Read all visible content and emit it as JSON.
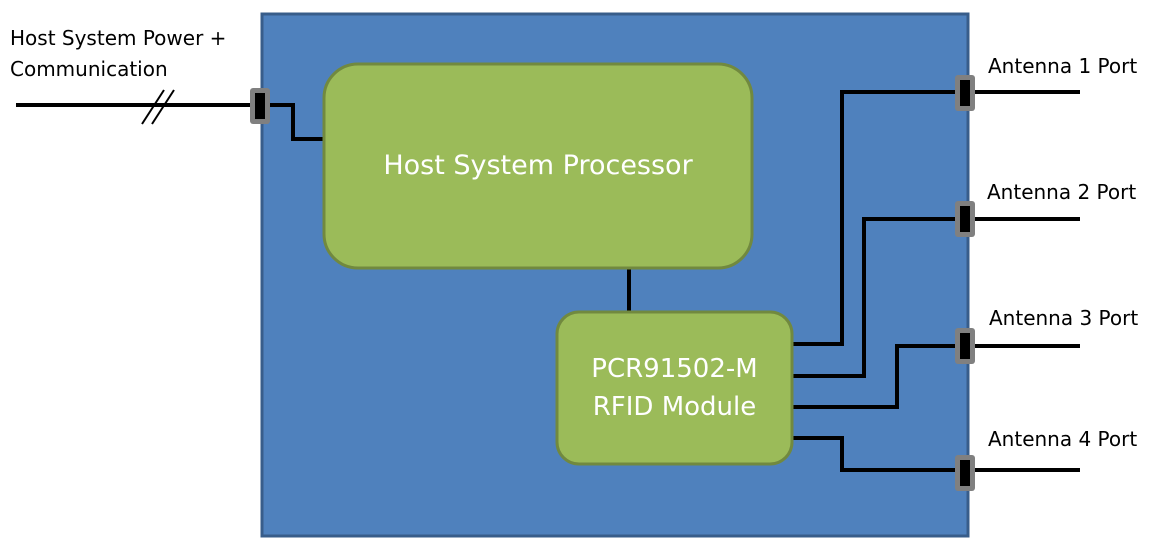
{
  "host_connection": {
    "label_line1": "Host System Power +",
    "label_line2": "Communication"
  },
  "processor": {
    "label": "Host System Processor"
  },
  "rfid_module": {
    "label_line1": "PCR91502-M",
    "label_line2": "RFID Module"
  },
  "antenna_ports": [
    {
      "label": "Antenna 1 Port"
    },
    {
      "label": "Antenna 2 Port"
    },
    {
      "label": "Antenna 3 Port"
    },
    {
      "label": "Antenna 4 Port"
    }
  ],
  "colors": {
    "enclosure_fill": "#4f81bd",
    "enclosure_border": "#385d8a",
    "block_fill": "#9bbb59",
    "block_border": "#71893f",
    "connector_outer": "#808080",
    "wire": "#000000"
  }
}
